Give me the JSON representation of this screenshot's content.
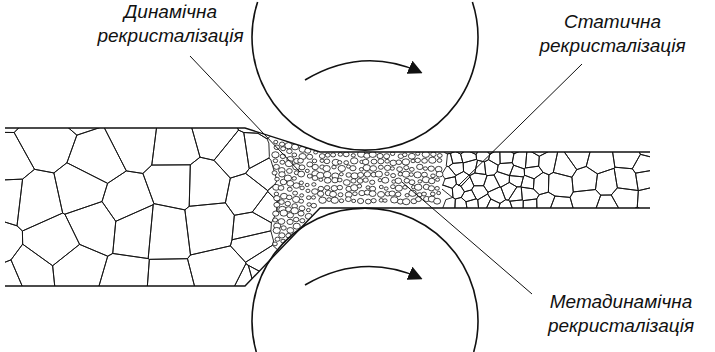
{
  "diagram": {
    "labels": [
      "Динамічна рекристалізація",
      "Статична рекристалізація",
      "Метадинамічна рекристалізація"
    ]
  }
}
